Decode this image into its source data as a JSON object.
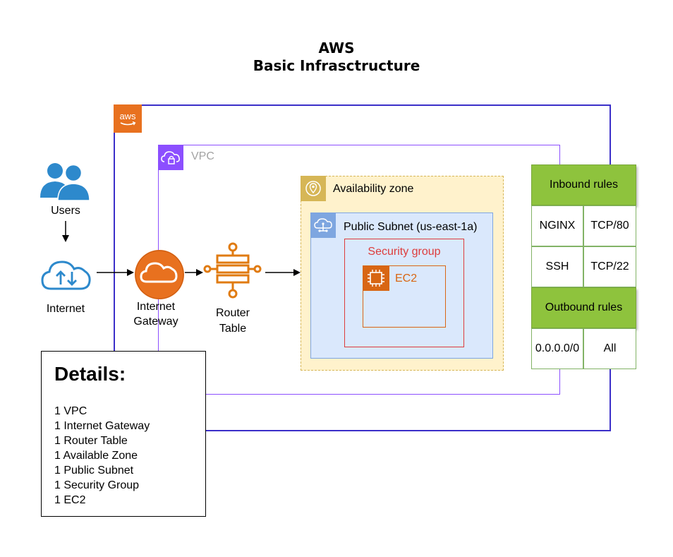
{
  "title": {
    "line1": "AWS",
    "line2": "Basic Infrasctructure"
  },
  "users": {
    "label": "Users"
  },
  "internet": {
    "label": "Internet"
  },
  "gateway": {
    "line1": "Internet",
    "line2": "Gateway"
  },
  "router": {
    "line1": "Router",
    "line2": "Table"
  },
  "aws": {
    "logo_text": "aws"
  },
  "vpc": {
    "label": "VPC"
  },
  "az": {
    "label": "Availability zone"
  },
  "subnet": {
    "label": "Public Subnet (us-east-1a)"
  },
  "security_group": {
    "label": "Security group"
  },
  "ec2": {
    "label": "EC2"
  },
  "rules": {
    "inbound_header": "Inbound rules",
    "inbound": [
      {
        "name": "NGINX",
        "value": "TCP/80"
      },
      {
        "name": "SSH",
        "value": "TCP/22"
      }
    ],
    "outbound_header": "Outbound rules",
    "outbound": [
      {
        "name": "0.0.0.0/0",
        "value": "All"
      }
    ]
  },
  "details": {
    "title": "Details:",
    "items": [
      "1 VPC",
      "1 Internet Gateway",
      "1 Router Table",
      "1 Available Zone",
      "1 Public Subnet",
      "1 Security Group",
      "1 EC2"
    ]
  },
  "colors": {
    "aws_border": "#3b2fc9",
    "aws_orange": "#e8711f",
    "vpc_purple": "#8c4fff",
    "az_fill": "#fff2cc",
    "subnet_fill": "#dae8fc",
    "sg_red": "#dd3c3c",
    "ec2_orange": "#d86613",
    "rules_green": "#8ec33d",
    "icon_blue": "#2d89cc"
  }
}
